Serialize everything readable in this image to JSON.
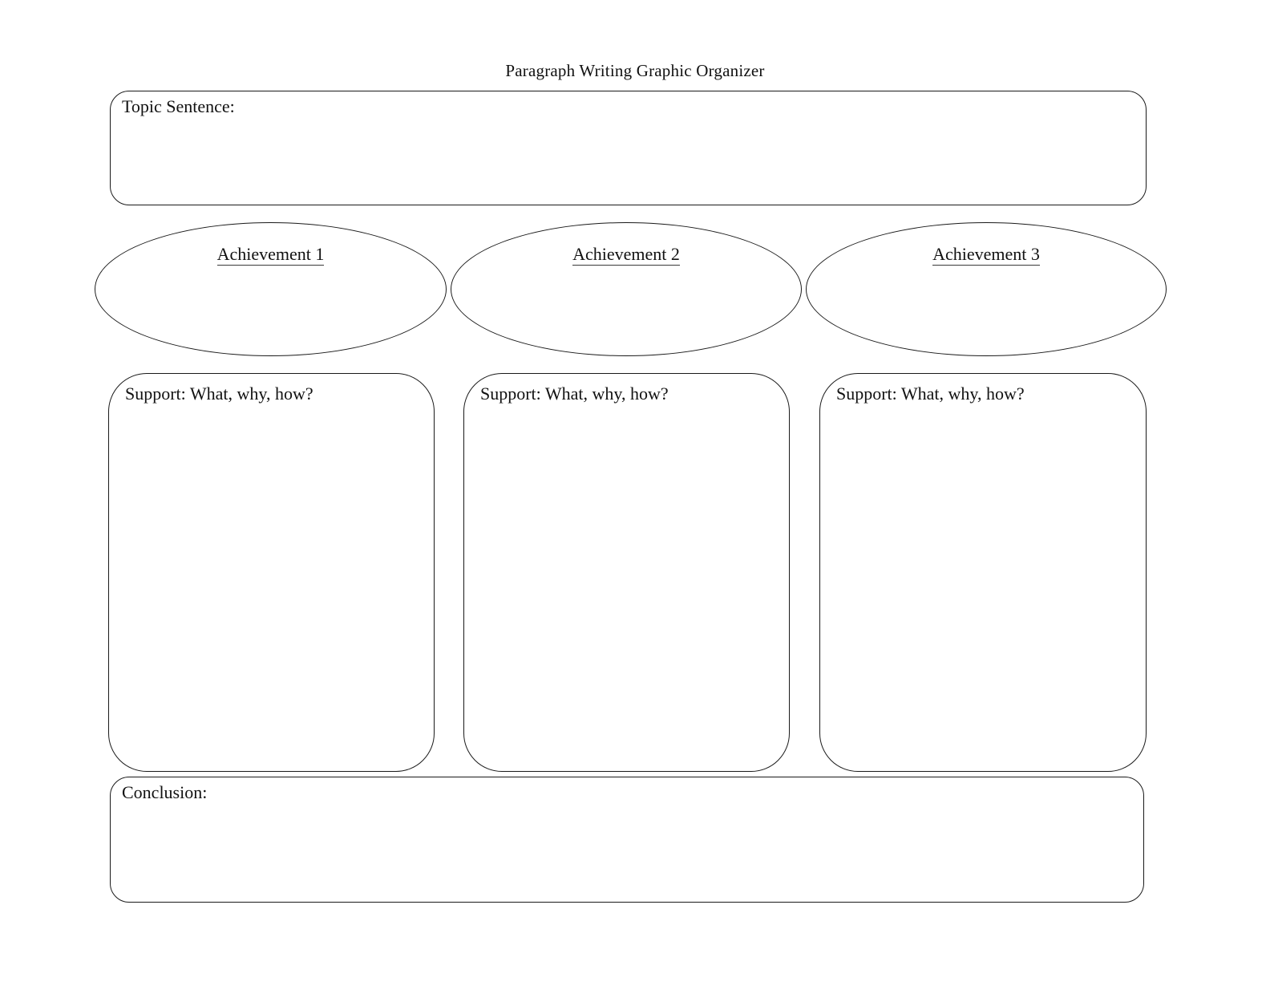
{
  "document": {
    "title": "Paragraph Writing Graphic Organizer",
    "page_background": "#ffffff",
    "ink_color": "#1a1a1a"
  },
  "topic": {
    "label": "Topic Sentence:"
  },
  "achievements": [
    {
      "label": "Achievement 1"
    },
    {
      "label": "Achievement 2"
    },
    {
      "label": "Achievement 3"
    }
  ],
  "supports": [
    {
      "label": "Support: What, why, how?"
    },
    {
      "label": "Support: What, why, how?"
    },
    {
      "label": "Support: What, why, how?"
    }
  ],
  "conclusion": {
    "label": "Conclusion:"
  }
}
